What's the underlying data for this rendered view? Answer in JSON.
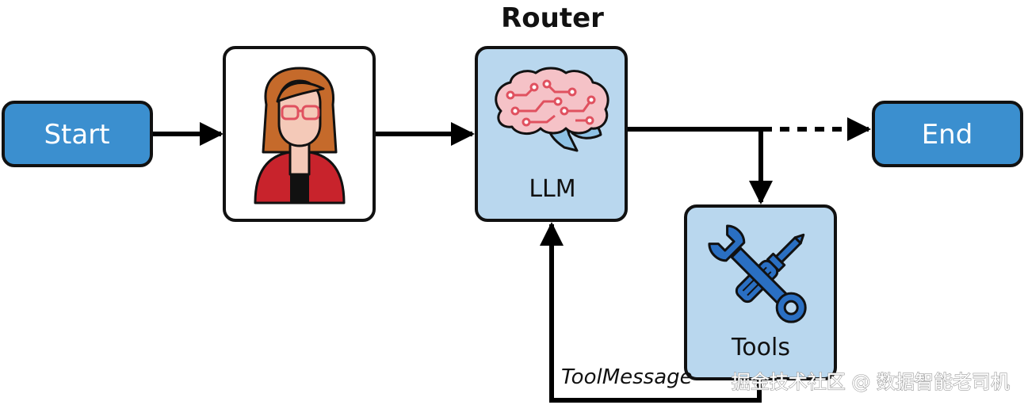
{
  "diagram": {
    "title": "Router",
    "nodes": {
      "start": {
        "label": "Start"
      },
      "human": {
        "icon": "woman-avatar-icon"
      },
      "llm": {
        "label": "LLM",
        "icon": "brain-icon"
      },
      "tools": {
        "label": "Tools",
        "icon": "wrench-screwdriver-icon"
      },
      "end": {
        "label": "End"
      }
    },
    "edges": {
      "tool_message": "ToolMessage"
    }
  },
  "watermark": "掘金技术社区 @ 数据智能老司机",
  "colors": {
    "pill_fill": "#3b8fcf",
    "llm_box_fill": "#b9d7ee",
    "tools_box_fill": "#b9d7ee",
    "brain_pink": "#f5c2c7",
    "brain_red": "#e0515f",
    "brain_blue": "#8fc3e6",
    "tool_blue": "#2a6fc2"
  }
}
